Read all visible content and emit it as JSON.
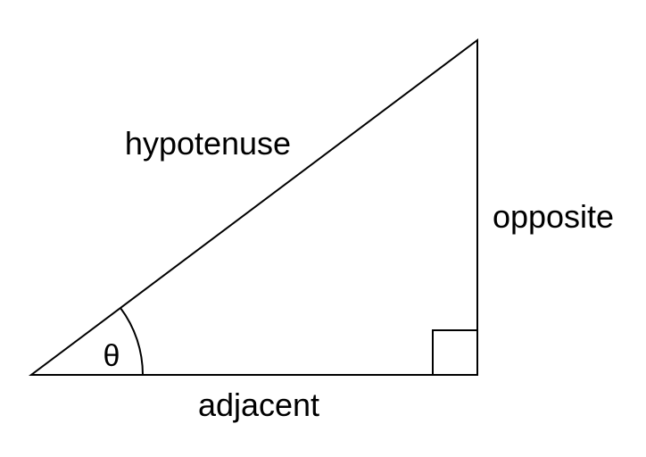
{
  "diagram": {
    "title": "Right triangle",
    "labels": {
      "hypotenuse": "hypotenuse",
      "opposite": "opposite",
      "adjacent": "adjacent",
      "angle": "θ"
    },
    "colors": {
      "stroke": "#000000",
      "background": "#ffffff"
    }
  }
}
